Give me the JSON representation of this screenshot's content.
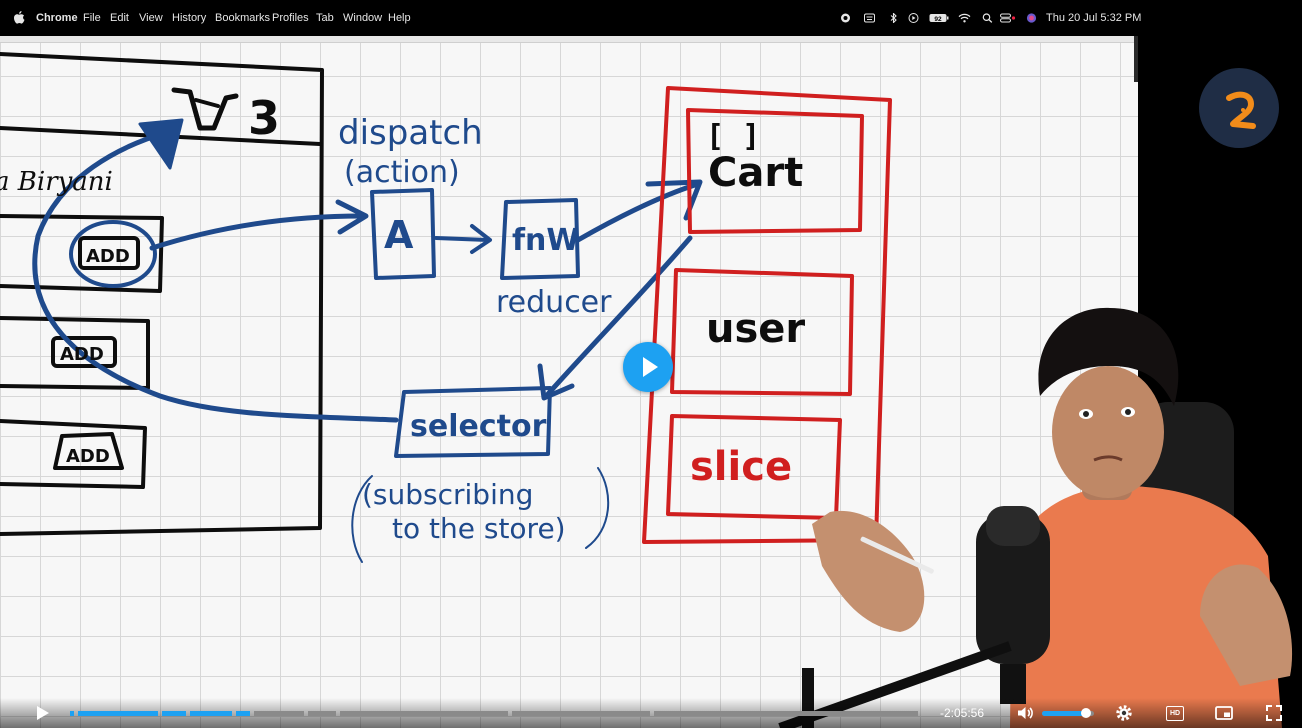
{
  "menubar": {
    "app_name": "Chrome",
    "items": [
      "File",
      "Edit",
      "View",
      "History",
      "Bookmarks",
      "Profiles",
      "Tab",
      "Window",
      "Help"
    ],
    "battery": "92",
    "clock": "Thu 20 Jul  5:32 PM"
  },
  "whiteboard": {
    "cart_count": "3",
    "item_name": "a Biryani",
    "add_button": "ADD",
    "dispatch_label": "dispatch",
    "action_label": "(action)",
    "action_box": "A",
    "function_box": "fnW",
    "reducer_label": "reducer",
    "selector_box": "selector",
    "subscribing_line1": "(subscribing",
    "subscribing_line2": "to the store)",
    "store_cart_prefix": "[ ]",
    "store_cart": "Cart",
    "store_user": "user",
    "store_slice": "slice",
    "colors": {
      "blue": "#1f4a8c",
      "red": "#d01f1f",
      "black": "#0d0d0d"
    }
  },
  "player": {
    "time_remaining": "-2:05:56",
    "volume_level": 0.85,
    "accent": "#1da1f2",
    "quality_badge": "HD"
  }
}
